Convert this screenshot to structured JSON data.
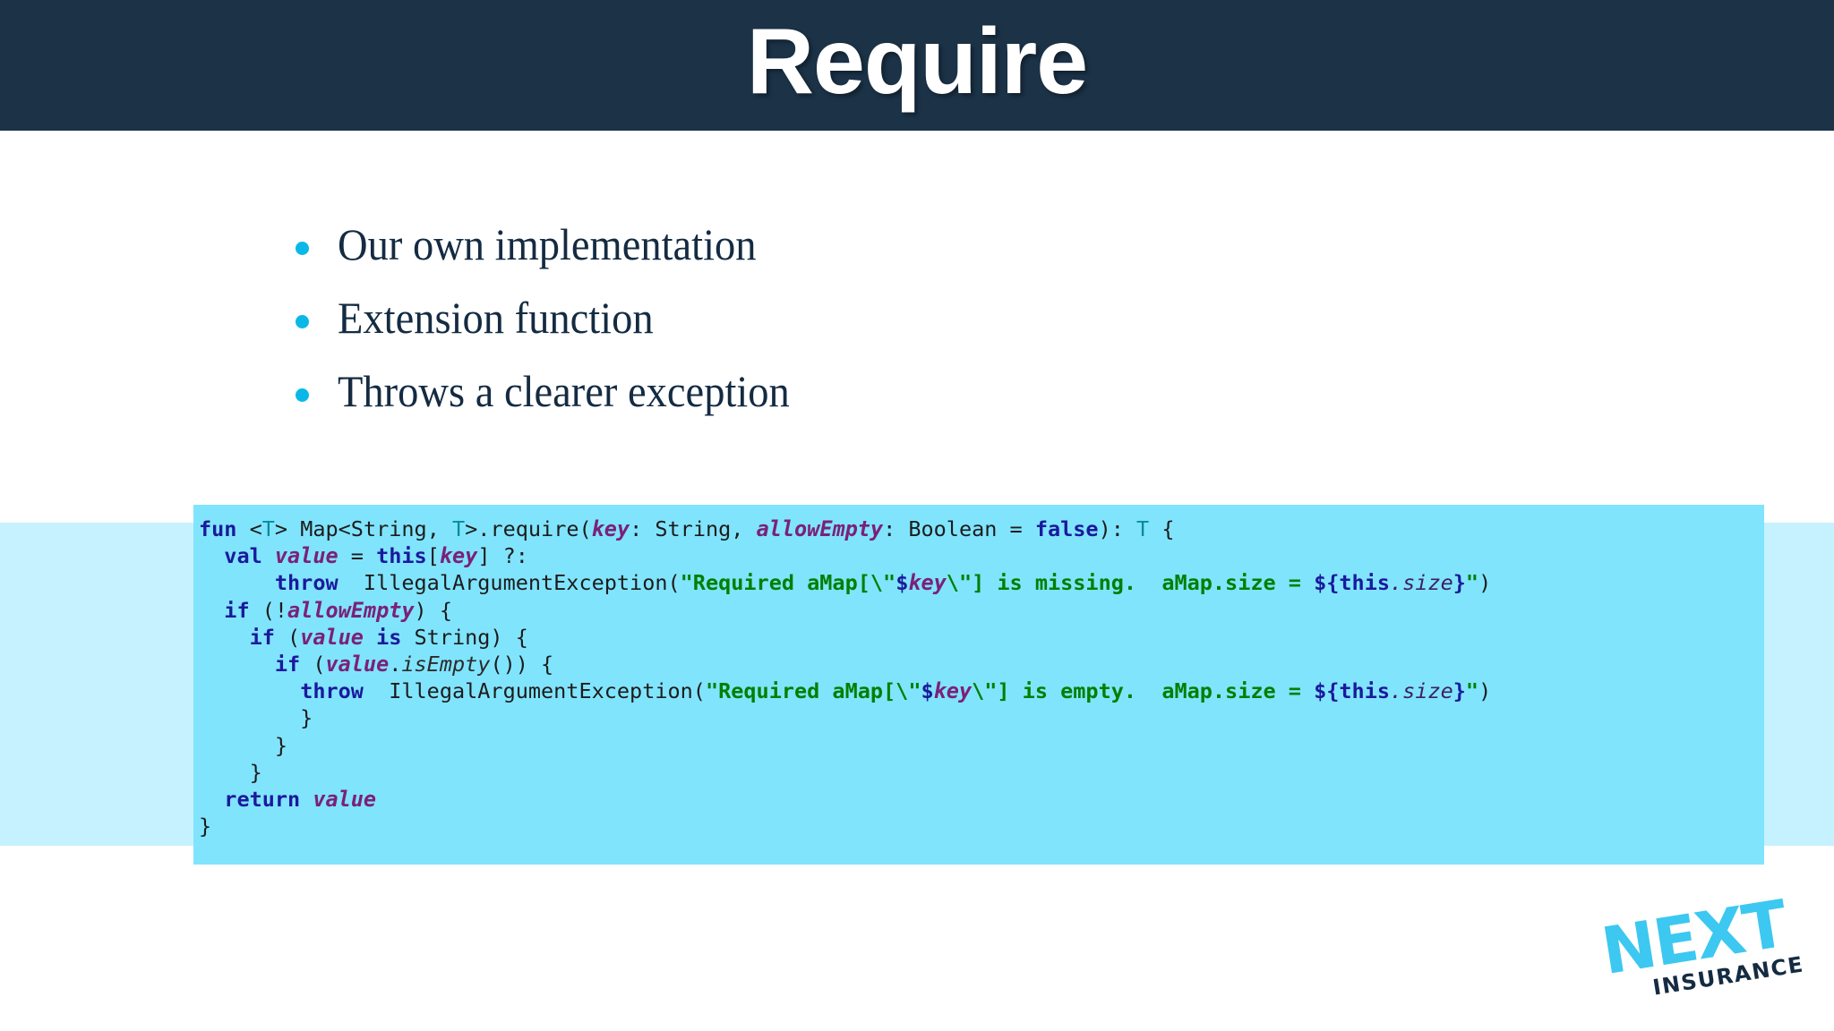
{
  "header": {
    "title": "Require",
    "bg_color": "#1b3247",
    "title_color": "#ffffff"
  },
  "body": {
    "bullet_color": "#0ab8e8",
    "text_color": "#142b42",
    "bullets": [
      {
        "label": "Our own implementation"
      },
      {
        "label": "Extension function"
      },
      {
        "label": "Throws a clearer exception"
      }
    ]
  },
  "code": {
    "backdrop_color": "#c5f2fe",
    "block_color": "#80e4fd",
    "language": "kotlin",
    "plain_text": "fun <T> Map<String, T>.require(key: String, allowEmpty: Boolean = false): T {\n  val value = this[key] ?:\n      throw  IllegalArgumentException(\"Required aMap[\\\"$key\\\"] is missing.  aMap.size = ${this.size}\")\n  if (!allowEmpty) {\n    if (value is String) {\n      if (value.isEmpty()) {\n        throw  IllegalArgumentException(\"Required aMap[\\\"$key\\\"] is empty.  aMap.size = ${this.size}\")\n      }\n    }\n  }\n  return value\n}",
    "lines": [
      {
        "id": "line-1",
        "tokens": [
          {
            "t": "fun",
            "c": "kw"
          },
          {
            "t": " ",
            "c": "pln"
          },
          {
            "t": "<",
            "c": "pln"
          },
          {
            "t": "T",
            "c": "typ"
          },
          {
            "t": "> Map<String, ",
            "c": "pln"
          },
          {
            "t": "T",
            "c": "typ"
          },
          {
            "t": ">.require(",
            "c": "pln"
          },
          {
            "t": "key",
            "c": "id"
          },
          {
            "t": ": String, ",
            "c": "pln"
          },
          {
            "t": "allowEmpty",
            "c": "id"
          },
          {
            "t": ": Boolean = ",
            "c": "pln"
          },
          {
            "t": "false",
            "c": "kw"
          },
          {
            "t": "): ",
            "c": "pln"
          },
          {
            "t": "T",
            "c": "typ"
          },
          {
            "t": " {",
            "c": "pln"
          }
        ]
      },
      {
        "id": "line-2",
        "tokens": [
          {
            "t": "  ",
            "c": "pln"
          },
          {
            "t": "val",
            "c": "kw"
          },
          {
            "t": " ",
            "c": "pln"
          },
          {
            "t": "value",
            "c": "id"
          },
          {
            "t": " = ",
            "c": "pln"
          },
          {
            "t": "this",
            "c": "kw"
          },
          {
            "t": "[",
            "c": "pln"
          },
          {
            "t": "key",
            "c": "id"
          },
          {
            "t": "] ?:",
            "c": "pln"
          }
        ]
      },
      {
        "id": "line-3",
        "tokens": [
          {
            "t": "      ",
            "c": "pln"
          },
          {
            "t": "throw",
            "c": "kw"
          },
          {
            "t": "  IllegalArgumentException(",
            "c": "pln"
          },
          {
            "t": "\"Required aMap[\\\"",
            "c": "str"
          },
          {
            "t": "$",
            "c": "tpl"
          },
          {
            "t": "key",
            "c": "tplid"
          },
          {
            "t": "\\\"] is missing.  aMap.size = ",
            "c": "str"
          },
          {
            "t": "${",
            "c": "tpl"
          },
          {
            "t": "this",
            "c": "tpl"
          },
          {
            "t": ".size",
            "c": "idm"
          },
          {
            "t": "}",
            "c": "tpl"
          },
          {
            "t": "\"",
            "c": "str"
          },
          {
            "t": ")",
            "c": "pln"
          }
        ]
      },
      {
        "id": "line-4",
        "tokens": [
          {
            "t": "  ",
            "c": "pln"
          },
          {
            "t": "if",
            "c": "kw"
          },
          {
            "t": " (!",
            "c": "pln"
          },
          {
            "t": "allowEmpty",
            "c": "id"
          },
          {
            "t": ") {",
            "c": "pln"
          }
        ]
      },
      {
        "id": "line-5",
        "tokens": [
          {
            "t": "    ",
            "c": "pln"
          },
          {
            "t": "if",
            "c": "kw"
          },
          {
            "t": " (",
            "c": "pln"
          },
          {
            "t": "value",
            "c": "id"
          },
          {
            "t": " ",
            "c": "pln"
          },
          {
            "t": "is",
            "c": "kw"
          },
          {
            "t": " String) {",
            "c": "pln"
          }
        ]
      },
      {
        "id": "line-6",
        "tokens": [
          {
            "t": "      ",
            "c": "pln"
          },
          {
            "t": "if",
            "c": "kw"
          },
          {
            "t": " (",
            "c": "pln"
          },
          {
            "t": "value",
            "c": "id"
          },
          {
            "t": ".",
            "c": "pln"
          },
          {
            "t": "isEmpty",
            "c": "mth"
          },
          {
            "t": "()) {",
            "c": "pln"
          }
        ]
      },
      {
        "id": "line-7",
        "tokens": [
          {
            "t": "        ",
            "c": "pln"
          },
          {
            "t": "throw",
            "c": "kw"
          },
          {
            "t": "  IllegalArgumentException(",
            "c": "pln"
          },
          {
            "t": "\"Required aMap[\\\"",
            "c": "str"
          },
          {
            "t": "$",
            "c": "tpl"
          },
          {
            "t": "key",
            "c": "tplid"
          },
          {
            "t": "\\\"] is empty.  aMap.size = ",
            "c": "str"
          },
          {
            "t": "${",
            "c": "tpl"
          },
          {
            "t": "this",
            "c": "tpl"
          },
          {
            "t": ".size",
            "c": "idm"
          },
          {
            "t": "}",
            "c": "tpl"
          },
          {
            "t": "\"",
            "c": "str"
          },
          {
            "t": ")",
            "c": "pln"
          }
        ]
      },
      {
        "id": "line-8",
        "tokens": [
          {
            "t": "        }",
            "c": "pln"
          }
        ]
      },
      {
        "id": "line-9",
        "tokens": [
          {
            "t": "      }",
            "c": "pln"
          }
        ]
      },
      {
        "id": "line-10",
        "tokens": [
          {
            "t": "    }",
            "c": "pln"
          }
        ]
      },
      {
        "id": "line-11",
        "tokens": [
          {
            "t": "  ",
            "c": "pln"
          },
          {
            "t": "return",
            "c": "kw"
          },
          {
            "t": " ",
            "c": "pln"
          },
          {
            "t": "value",
            "c": "id"
          }
        ]
      },
      {
        "id": "line-12",
        "tokens": [
          {
            "t": "}",
            "c": "pln"
          }
        ]
      }
    ]
  },
  "logo": {
    "primary": "NEXT",
    "secondary": "INSURANCE",
    "primary_color": "#3cc8f0",
    "secondary_color": "#142b42"
  }
}
